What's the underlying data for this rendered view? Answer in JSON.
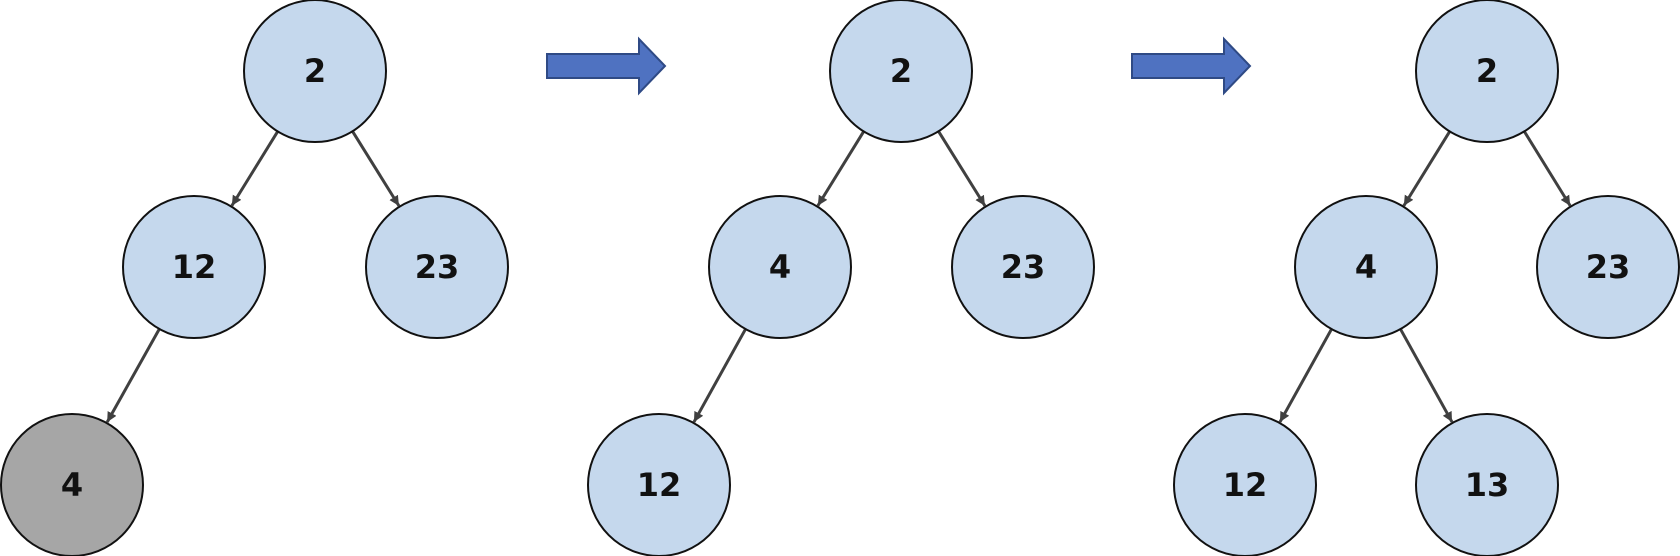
{
  "colors": {
    "node_fill": "#c5d8ed",
    "node_highlight_fill": "#a6a6a6",
    "node_stroke": "#111111",
    "edge": "#404040",
    "arrow_fill": "#4f72c1",
    "arrow_stroke": "#2f4a85"
  },
  "trees": [
    {
      "nodes": [
        {
          "id": "a1",
          "label": "2"
        },
        {
          "id": "a2",
          "label": "12"
        },
        {
          "id": "a3",
          "label": "23"
        },
        {
          "id": "a4",
          "label": "4",
          "highlight": true
        }
      ],
      "edges": [
        [
          "a1",
          "a2"
        ],
        [
          "a1",
          "a3"
        ],
        [
          "a2",
          "a4"
        ]
      ]
    },
    {
      "nodes": [
        {
          "id": "b1",
          "label": "2"
        },
        {
          "id": "b2",
          "label": "4"
        },
        {
          "id": "b3",
          "label": "23"
        },
        {
          "id": "b4",
          "label": "12"
        }
      ],
      "edges": [
        [
          "b1",
          "b2"
        ],
        [
          "b1",
          "b3"
        ],
        [
          "b2",
          "b4"
        ]
      ]
    },
    {
      "nodes": [
        {
          "id": "c1",
          "label": "2"
        },
        {
          "id": "c2",
          "label": "4"
        },
        {
          "id": "c3",
          "label": "23"
        },
        {
          "id": "c4",
          "label": "12"
        },
        {
          "id": "c5",
          "label": "13"
        }
      ],
      "edges": [
        [
          "c1",
          "c2"
        ],
        [
          "c1",
          "c3"
        ],
        [
          "c2",
          "c4"
        ],
        [
          "c2",
          "c5"
        ]
      ]
    }
  ]
}
